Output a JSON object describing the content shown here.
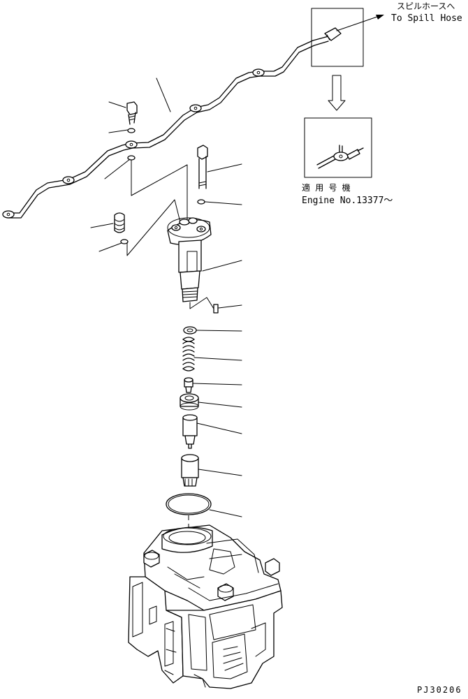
{
  "labels": {
    "spill_hose_jp": "スピルホースへ",
    "spill_hose_en": "To Spill Hose",
    "applicable_jp": "適 用 号 機",
    "engine_no": "Engine No.13377～",
    "drawing_code": "PJ30206"
  }
}
